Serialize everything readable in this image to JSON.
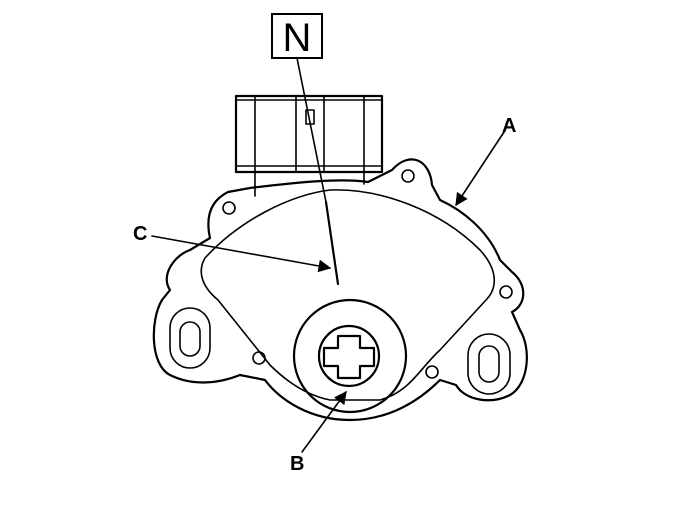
{
  "figure": {
    "position_marker": "N",
    "callouts": {
      "a": "A",
      "b": "B",
      "c": "C"
    }
  }
}
